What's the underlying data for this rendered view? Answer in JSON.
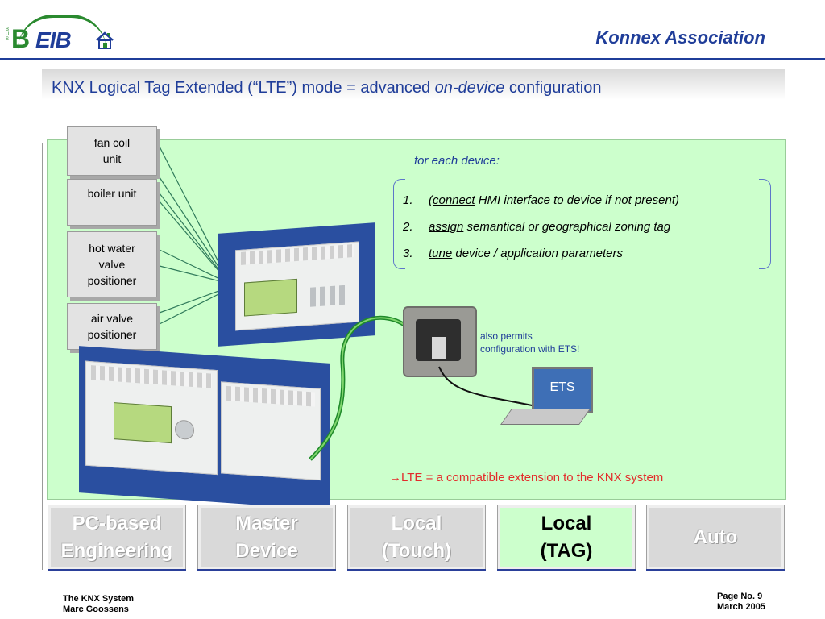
{
  "header": {
    "logo_letter": "B",
    "logo_bus": "BUS",
    "logo_text": "EIB",
    "org_title": "Konnex Association"
  },
  "slide": {
    "title_prefix": "KNX Logical Tag Extended (“LTE”) mode = advanced ",
    "title_emph": "on-device",
    "title_suffix": " configuration"
  },
  "devices": [
    {
      "label_line1": "fan coil",
      "label_line2": "unit"
    },
    {
      "label_line1": "boiler unit",
      "label_line2": ""
    },
    {
      "label_line1": "hot water",
      "label_line2": "valve",
      "label_line3": "positioner"
    },
    {
      "label_line1": "air valve",
      "label_line2": "positioner"
    }
  ],
  "steps_header": "for each device:",
  "steps": [
    {
      "num": "1.",
      "pre": "(",
      "verb": "connect",
      "rest": " HMI interface to device if not present)"
    },
    {
      "num": "2.",
      "pre": "",
      "verb": "assign",
      "rest": " semantical or geographical zoning tag"
    },
    {
      "num": "3.",
      "pre": "",
      "verb": "tune",
      "rest": " device / application parameters"
    }
  ],
  "ets_note_line1": "also permits",
  "ets_note_line2": "configuration with ETS!",
  "laptop_label": "ETS",
  "lte_note": "LTE = a compatible extension to the KNX system",
  "lte_arrow": "→",
  "tabs": [
    {
      "line1": "PC-based",
      "line2": "Engineering"
    },
    {
      "line1": "Master",
      "line2": "Device"
    },
    {
      "line1": "Local",
      "line2": "(Touch)"
    },
    {
      "line1": "Local",
      "line2": "(TAG)"
    },
    {
      "line1": "Auto",
      "line2": ""
    }
  ],
  "footer": {
    "left_line1": "The KNX System",
    "left_line2": "Marc Goossens",
    "right_line1": "Page No. 9",
    "right_line2": "March 2005"
  },
  "colors": {
    "brand_blue": "#1f3d99",
    "brand_green": "#2a8a2f",
    "panel_green": "#ccffcc",
    "note_red": "#e32b2b"
  }
}
